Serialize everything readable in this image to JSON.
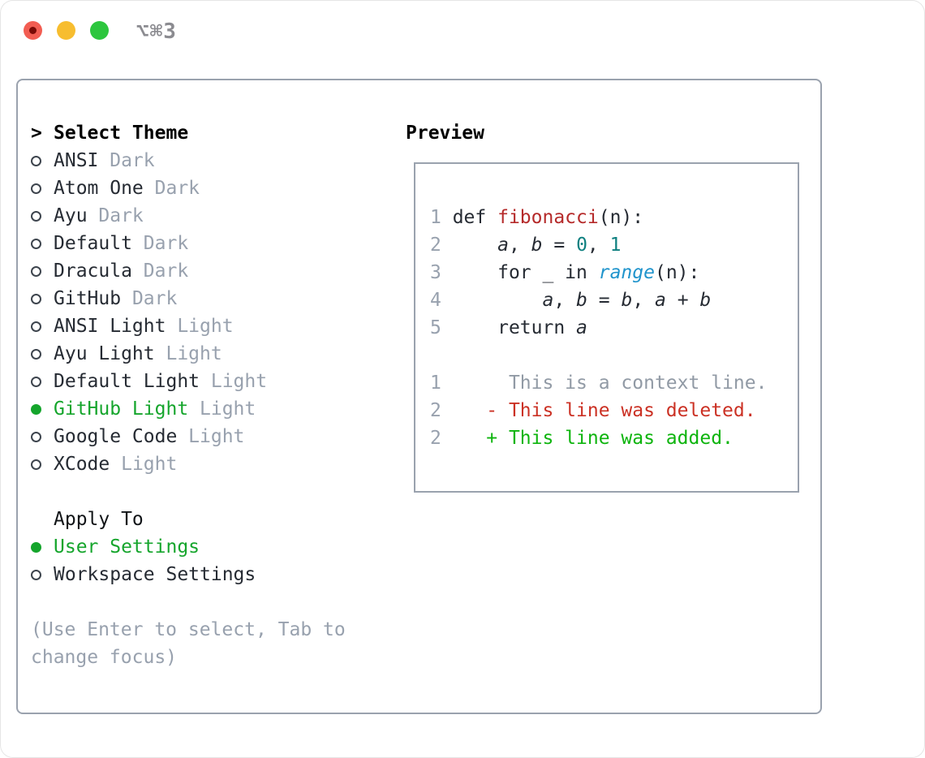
{
  "window": {
    "title": "⌥⌘3",
    "traffic_lights": [
      {
        "name": "close-button",
        "color": "#f25d52",
        "dot": true
      },
      {
        "name": "minimize-button",
        "color": "#f7bd2f",
        "dot": false
      },
      {
        "name": "zoom-button",
        "color": "#2dc63e",
        "dot": false
      }
    ]
  },
  "theme_panel": {
    "prompt": ">",
    "heading": "Select Theme",
    "themes": [
      {
        "name": "ANSI",
        "tag": "Dark",
        "selected": false
      },
      {
        "name": "Atom One",
        "tag": "Dark",
        "selected": false
      },
      {
        "name": "Ayu",
        "tag": "Dark",
        "selected": false
      },
      {
        "name": "Default",
        "tag": "Dark",
        "selected": false
      },
      {
        "name": "Dracula",
        "tag": "Dark",
        "selected": false
      },
      {
        "name": "GitHub",
        "tag": "Dark",
        "selected": false
      },
      {
        "name": "ANSI Light",
        "tag": "Light",
        "selected": false
      },
      {
        "name": "Ayu Light",
        "tag": "Light",
        "selected": false
      },
      {
        "name": "Default Light",
        "tag": "Light",
        "selected": false
      },
      {
        "name": "GitHub Light",
        "tag": "Light",
        "selected": true
      },
      {
        "name": "Google Code",
        "tag": "Light",
        "selected": false
      },
      {
        "name": "XCode",
        "tag": "Light",
        "selected": false
      }
    ],
    "apply_heading": "Apply To",
    "apply_options": [
      {
        "label": "User Settings",
        "selected": true
      },
      {
        "label": "Workspace Settings",
        "selected": false
      }
    ],
    "hint": "(Use Enter to select, Tab to change focus)"
  },
  "preview": {
    "heading": "Preview",
    "lines": [
      {
        "ln": "1",
        "tokens": [
          {
            "t": "def ",
            "s": "plain"
          },
          {
            "t": "fibonacci",
            "s": "func"
          },
          {
            "t": "(n):",
            "s": "plain"
          }
        ]
      },
      {
        "ln": "2",
        "tokens": [
          {
            "t": "    ",
            "s": "plain"
          },
          {
            "t": "a",
            "s": "var"
          },
          {
            "t": ", ",
            "s": "plain"
          },
          {
            "t": "b",
            "s": "var"
          },
          {
            "t": " = ",
            "s": "plain"
          },
          {
            "t": "0",
            "s": "num"
          },
          {
            "t": ", ",
            "s": "plain"
          },
          {
            "t": "1",
            "s": "num"
          }
        ]
      },
      {
        "ln": "3",
        "tokens": [
          {
            "t": "    for _ in ",
            "s": "plain"
          },
          {
            "t": "range",
            "s": "builtin"
          },
          {
            "t": "(n):",
            "s": "plain"
          }
        ]
      },
      {
        "ln": "4",
        "tokens": [
          {
            "t": "        ",
            "s": "plain"
          },
          {
            "t": "a",
            "s": "var"
          },
          {
            "t": ", ",
            "s": "plain"
          },
          {
            "t": "b",
            "s": "var"
          },
          {
            "t": " = ",
            "s": "plain"
          },
          {
            "t": "b",
            "s": "var"
          },
          {
            "t": ", ",
            "s": "plain"
          },
          {
            "t": "a",
            "s": "var"
          },
          {
            "t": " + ",
            "s": "plain"
          },
          {
            "t": "b",
            "s": "var"
          }
        ]
      },
      {
        "ln": "5",
        "tokens": [
          {
            "t": "    return ",
            "s": "plain"
          },
          {
            "t": "a",
            "s": "var"
          }
        ]
      },
      {
        "ln": "",
        "tokens": []
      },
      {
        "ln": "1",
        "tokens": [
          {
            "t": "     This is a context line.",
            "s": "context"
          }
        ]
      },
      {
        "ln": "2",
        "tokens": [
          {
            "t": "   ",
            "s": "plain"
          },
          {
            "t": "- This line was deleted.",
            "s": "deleted"
          }
        ]
      },
      {
        "ln": "2",
        "tokens": [
          {
            "t": "   ",
            "s": "plain"
          },
          {
            "t": "+ This line was added.",
            "s": "added"
          }
        ]
      }
    ]
  },
  "colors": {
    "text": "#262b33",
    "title": "#8b8b90",
    "border": "#9aa2ae",
    "circle": "#3e454e",
    "dim": "#98a1ae",
    "dim2": "#919aa5",
    "green": "#15a52c",
    "func": "#b52a2a",
    "num": "#0f8080",
    "builtin": "#2094cc",
    "deleted": "#cb3124",
    "added": "#0db40d"
  }
}
